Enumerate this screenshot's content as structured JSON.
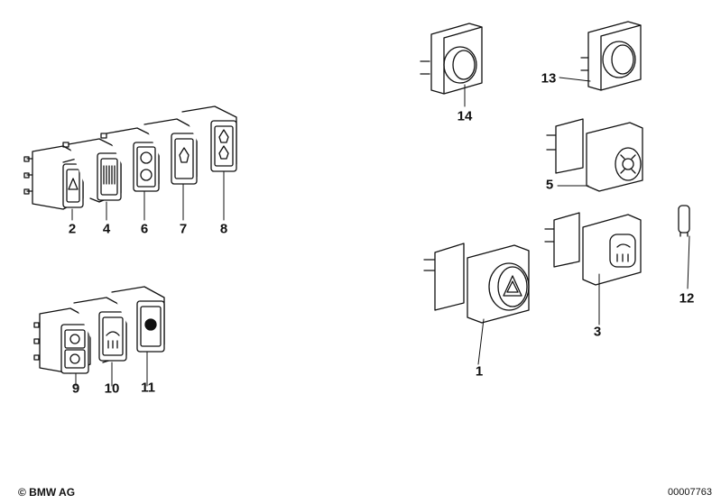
{
  "diagram": {
    "callouts": {
      "p1": "1",
      "p2": "2",
      "p3": "3",
      "p4": "4",
      "p5": "5",
      "p6": "6",
      "p7": "7",
      "p8": "8",
      "p9": "9",
      "p10": "10",
      "p11": "11",
      "p12": "12",
      "p13": "13",
      "p14": "14"
    },
    "footer": {
      "copyright": "© BMW AG",
      "drawing_number": "00007763"
    }
  }
}
